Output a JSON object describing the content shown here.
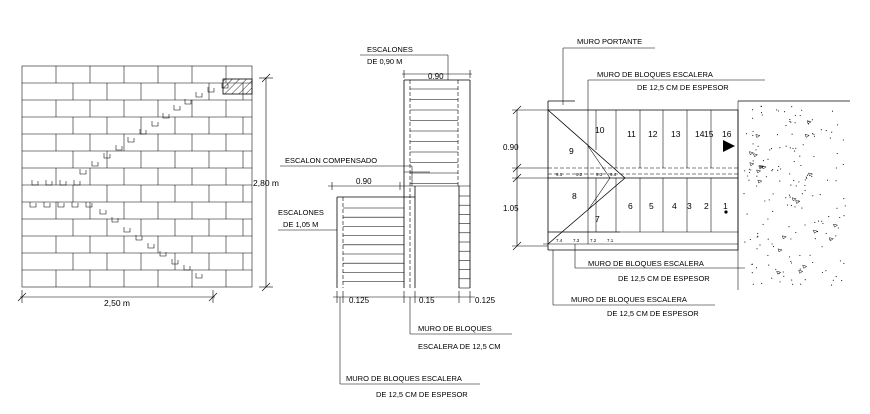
{
  "elevation": {
    "height_label": "2,80 m",
    "width_label": "2,50 m"
  },
  "section": {
    "escalones_top": [
      "ESCALONES",
      "DE 0,90 M"
    ],
    "dim_top": "0.90",
    "escalon_compensado": "ESCALON COMPENSADO",
    "dim_mid": "0.90",
    "escalones_bottom": [
      "ESCALONES",
      "DE 1,05 M"
    ],
    "dim_left": "0.125",
    "dim_center": "0.15",
    "dim_right": "0.125",
    "muro_bloques": [
      "MURO DE BLOQUES",
      "ESCALERA DE 12,5 CM"
    ],
    "muro_bloques_bottom": [
      "MURO DE BLOQUES ESCALERA",
      "DE 12,5 CM DE ESPESOR"
    ]
  },
  "plan": {
    "muro_portante": "MURO PORTANTE",
    "muro_top": [
      "MURO DE BLOQUES ESCALERA",
      "DE 12,5 CM DE ESPESOR"
    ],
    "muro_mid": [
      "MURO DE BLOQUES ESCALERA",
      "DE 12,5 CM DE ESPESOR"
    ],
    "muro_bottom": [
      "MURO DE BLOQUES ESCALERA",
      "DE 12,5 CM DE ESPESOR"
    ],
    "dim_upper": "0.90",
    "dim_lower": "1.05",
    "steps_upper": [
      "11",
      "12",
      "13",
      "14",
      "15",
      "16"
    ],
    "steps_lower": [
      "6",
      "5",
      "4",
      "3",
      "2",
      "1"
    ],
    "winder_labels": [
      "10",
      "9",
      "8",
      "7"
    ],
    "small_upper": [
      "9.1",
      "9.2",
      "9.3",
      "9.4"
    ],
    "small_lower": [
      "7.4",
      "7.3",
      "7.2",
      "7.1"
    ]
  },
  "colors": {
    "line": "#000000",
    "background": "#ffffff"
  }
}
